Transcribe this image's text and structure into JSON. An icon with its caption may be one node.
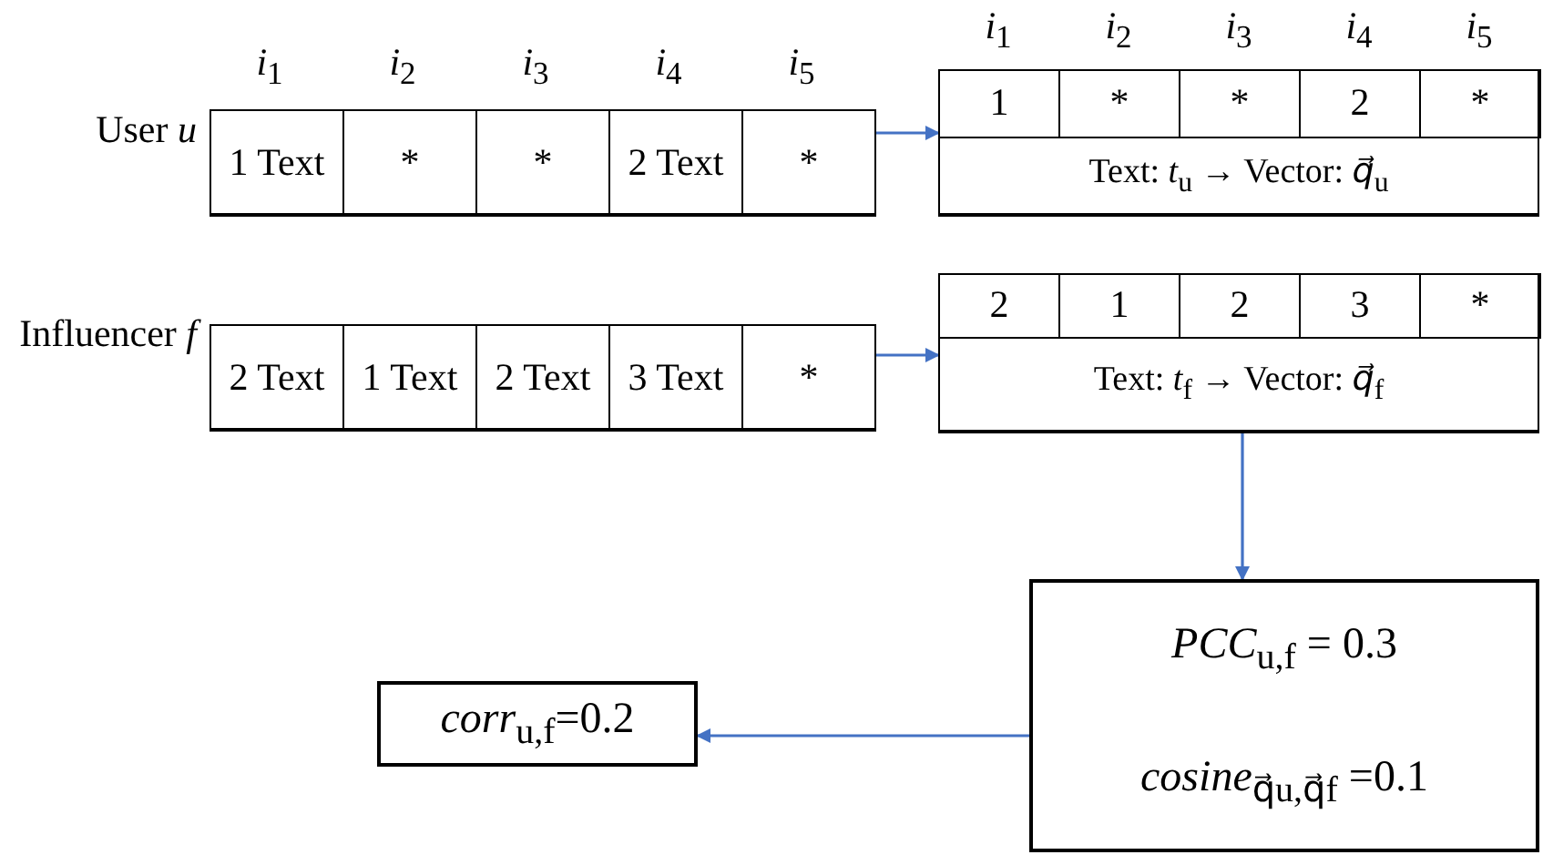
{
  "diagram": {
    "nodes": [
      {
        "text": [],
        "shape": "box",
        "beside": [
          "User *u*"
        ]
      },
      {
        "text": [
          "1 Text"
        ],
        "in": 0
      },
      {
        "text": [
          "*"
        ],
        "in": 0
      },
      {
        "text": [
          "*"
        ],
        "in": 0
      },
      {
        "text": [
          "2 Text"
        ],
        "in": 0
      },
      {
        "text": [
          "*"
        ],
        "in": 0
      },
      {
        "text": [],
        "shape": "box"
      },
      {
        "text": [
          "1"
        ],
        "in": 6
      },
      {
        "text": [
          "*"
        ],
        "in": 6
      },
      {
        "text": [
          "*"
        ],
        "in": 6
      },
      {
        "text": [
          "2"
        ],
        "in": 6
      },
      {
        "text": [
          "*"
        ],
        "in": 6
      },
      {
        "text": [
          "Text: *t*$_{u}$ → Vector: *q⃗*$_{u}$"
        ],
        "in": 6
      },
      {
        "text": [],
        "shape": "box",
        "beside": [
          "Influencer *f*"
        ]
      },
      {
        "text": [
          "2 Text"
        ],
        "in": 13
      },
      {
        "text": [
          "1 Text"
        ],
        "in": 13
      },
      {
        "text": [
          "2 Text"
        ],
        "in": 13
      },
      {
        "text": [
          "3 Text"
        ],
        "in": 13
      },
      {
        "text": [
          "*"
        ],
        "in": 13
      },
      {
        "text": [],
        "shape": "box"
      },
      {
        "text": [
          "2"
        ],
        "in": 19
      },
      {
        "text": [
          "1"
        ],
        "in": 19
      },
      {
        "text": [
          "2"
        ],
        "in": 19
      },
      {
        "text": [
          "3"
        ],
        "in": 19
      },
      {
        "text": [
          "*"
        ],
        "in": 19
      },
      {
        "text": [
          "Text: *t*$_{f}$ → Vector: *q⃗*$_{f}$"
        ],
        "in": 19
      },
      {
        "text": [
          "*PCC*$_{u,f}$ = 0.3",
          "*cosine*$_{q⃗u,q⃗f}$ =0.1"
        ]
      },
      {
        "text": [
          "*corr*$_{u,f}$=0.2"
        ]
      }
    ],
    "edges": [
      {
        "from": 0,
        "to": 6,
        "arrow": "to"
      },
      {
        "from": 13,
        "to": 19,
        "arrow": "to"
      },
      {
        "from": 19,
        "to": 26,
        "arrow": "to"
      },
      {
        "from": 26,
        "to": 27,
        "arrow": "to"
      }
    ],
    "labels": [
      "*i*$_{1}$",
      "*i*$_{2}$",
      "*i*$_{3}$",
      "*i*$_{4}$",
      "*i*$_{5}$",
      "*i*$_{1}$",
      "*i*$_{2}$",
      "*i*$_{3}$",
      "*i*$_{4}$",
      "*i*$_{5}$"
    ]
  }
}
